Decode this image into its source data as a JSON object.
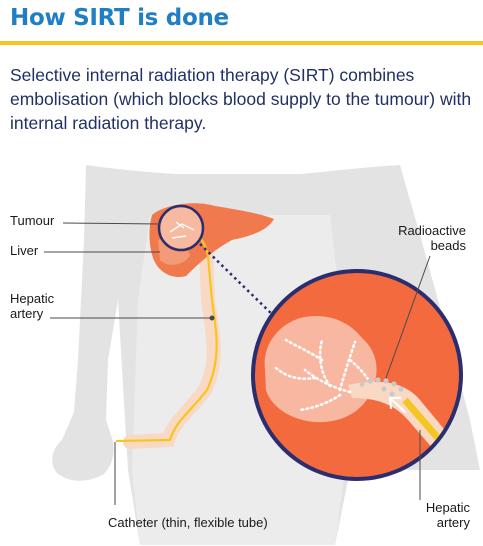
{
  "header": {
    "title": "How SIRT is done",
    "accent_color": "#f3c621",
    "title_color": "#1f7fc4"
  },
  "intro": {
    "text": "Selective internal radiation therapy (SIRT) combines embolisation (which blocks blood supply to the tumour) with internal radiation therapy."
  },
  "labels": {
    "tumour": "Tumour",
    "liver": "Liver",
    "hepatic_artery_line1": "Hepatic",
    "hepatic_artery_line2": "artery",
    "radioactive_beads_line1": "Radioactive",
    "radioactive_beads_line2": "beads",
    "zoom_hepatic_line1": "Hepatic",
    "zoom_hepatic_line2": "artery",
    "catheter": "Catheter (thin, flexible tube)"
  },
  "colors": {
    "body": "#e3e3e4",
    "liver": "#f07a4e",
    "artery": "#f9d9c4",
    "catheter": "#f3c621",
    "zoom_bg": "#f26a3d",
    "zoom_outline": "#2b2e6e"
  }
}
